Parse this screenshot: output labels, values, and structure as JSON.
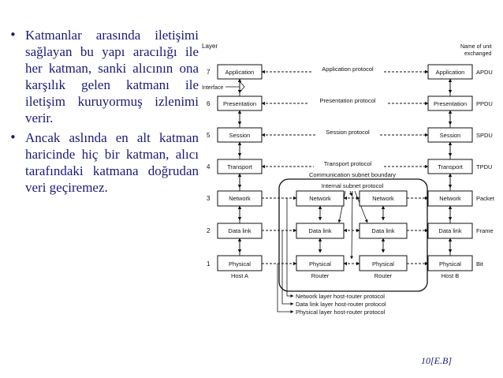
{
  "bullets": [
    "Katmanlar arasında iletişimi sağlayan bu yapı aracılığı ile her katman, sanki alıcının ona karşılık gelen katmanı ile iletişim kuruyormuş izlenimi verir.",
    "Ancak aslında en alt katman haricinde hiç bir katman, alıcı tarafındaki katmana doğrudan veri geçiremez."
  ],
  "diagram": {
    "layer_header": "Layer",
    "unit_header_line1": "Name of unit",
    "unit_header_line2": "exchanged",
    "interface_label": "Interface",
    "layers": [
      {
        "num": "7",
        "name": "Application",
        "unit": "APDU",
        "protocol": "Application protocol"
      },
      {
        "num": "6",
        "name": "Presentation",
        "unit": "PPDU",
        "protocol": "Presentation protocol"
      },
      {
        "num": "5",
        "name": "Session",
        "unit": "SPDU",
        "protocol": "Session protocol"
      },
      {
        "num": "4",
        "name": "Transport",
        "unit": "TPDU",
        "protocol": "Transport protocol"
      },
      {
        "num": "3",
        "name": "Network",
        "unit": "Packet"
      },
      {
        "num": "2",
        "name": "Data link",
        "unit": "Frame"
      },
      {
        "num": "1",
        "name": "Physical",
        "unit": "Bit"
      }
    ],
    "subnet_boundary_label": "Communication subnet boundary",
    "internal_protocol_label": "Internal subnet protocol",
    "host_a": "Host A",
    "host_b": "Host B",
    "router_1": "Router",
    "router_2": "Router",
    "host_router_protocols": [
      "Network layer host-router protocol",
      "Data link layer host-router protocol",
      "Physical layer host-router protocol"
    ]
  },
  "footer": "10[E.B]"
}
